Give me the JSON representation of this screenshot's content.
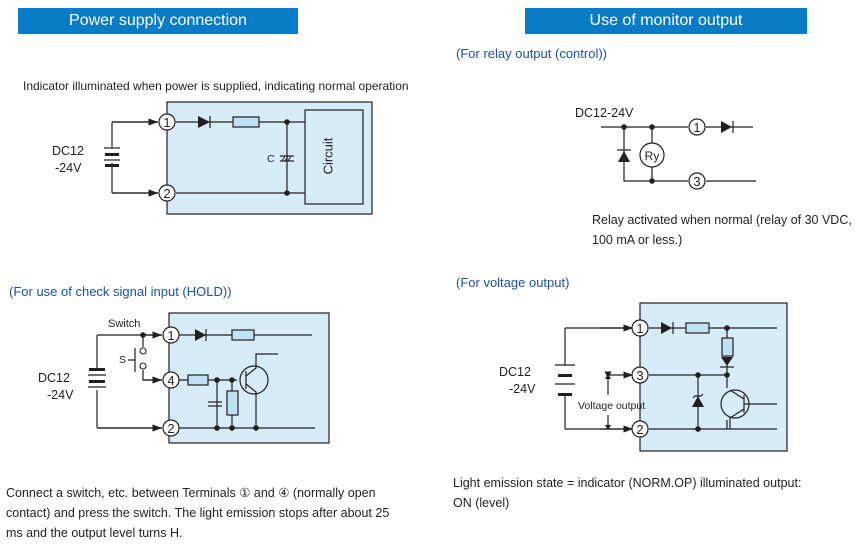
{
  "left": {
    "header": "Power supply connection",
    "indicator_note": "Indicator illuminated when power is supplied, indicating normal operation",
    "power_diagram": {
      "source_label_1": "DC12",
      "source_label_2": "-24V",
      "terminals": [
        "1",
        "2"
      ],
      "capacitor_label": "C",
      "block_label": "Circuit"
    },
    "hold_section": {
      "title": "(For use of check signal input (HOLD))",
      "switch_label": "Switch",
      "s_label": "S",
      "source_label_1": "DC12",
      "source_label_2": "-24V",
      "terminals": [
        "1",
        "4",
        "2"
      ]
    },
    "hold_description": "Connect a switch, etc. between Terminals ① and ④ (normally open contact) and press the switch.  The light emission stops after about 25 ms and the output level turns H."
  },
  "right": {
    "header": "Use of monitor output",
    "relay_section": {
      "title": "(For relay output (control))",
      "source_label": "DC12-24V",
      "relay_label": "Ry",
      "terminals": [
        "1",
        "3"
      ]
    },
    "relay_description": "Relay activated when normal (relay of 30 VDC, 100 mA or less.)",
    "voltage_section": {
      "title": "(For voltage output)",
      "source_label_1": "DC12",
      "source_label_2": "-24V",
      "output_label": "Voltage output",
      "terminals": [
        "1",
        "3",
        "2"
      ]
    },
    "voltage_description": "Light emission state = indicator (NORM.OP) illuminated output: ON (level)"
  }
}
